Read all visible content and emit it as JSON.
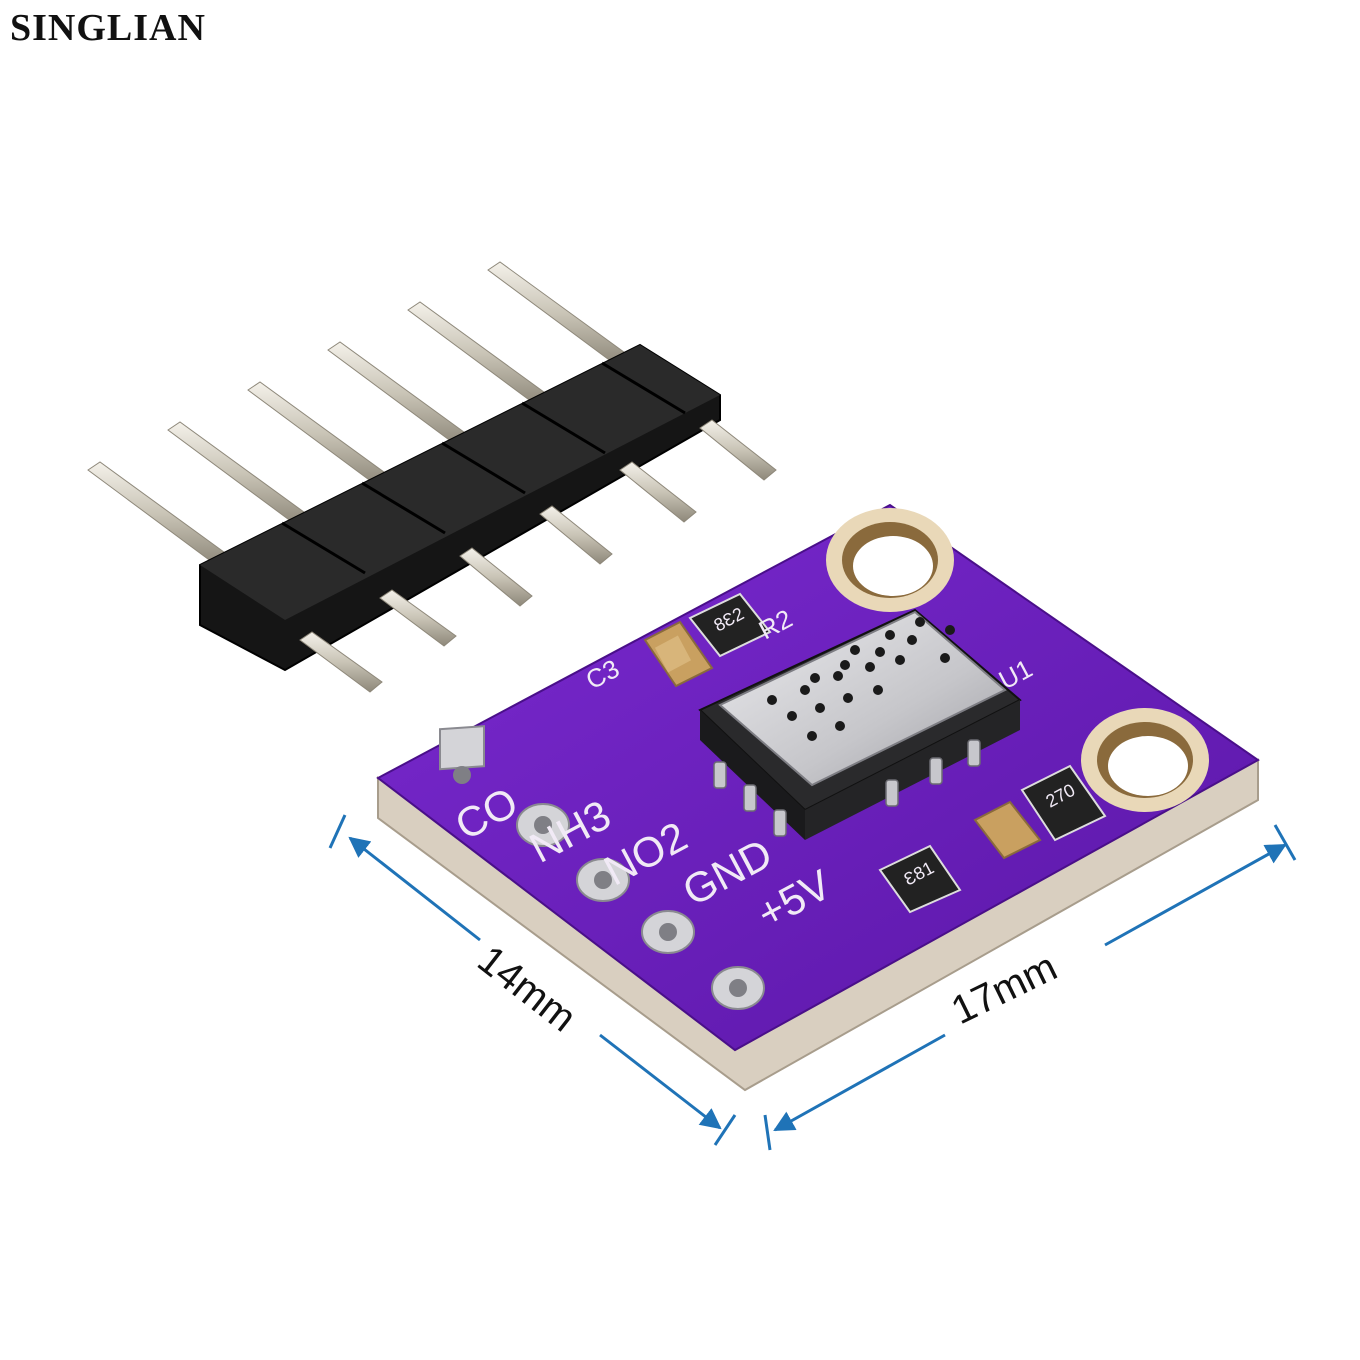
{
  "brand": "SINGLIAN",
  "colors": {
    "pcb": "#6a1fbf",
    "pcb_edge": "#d9cfc0",
    "pins": "#d8d4c8",
    "header_plastic": "#111111",
    "sensor_shield": "#c9c9cc",
    "dimension_arrows": "#1f73b7"
  },
  "pin_labels": [
    "CO",
    "NH3",
    "NO2",
    "GND",
    "+5V"
  ],
  "silkscreen": {
    "r2": "R2",
    "u1": "U1",
    "c3": "C3",
    "r2_value": "8Ɛ2",
    "r1_value": "Ɛ81",
    "r3_value": "270"
  },
  "dimensions": {
    "width_label": "14mm",
    "length_label": "17mm"
  }
}
